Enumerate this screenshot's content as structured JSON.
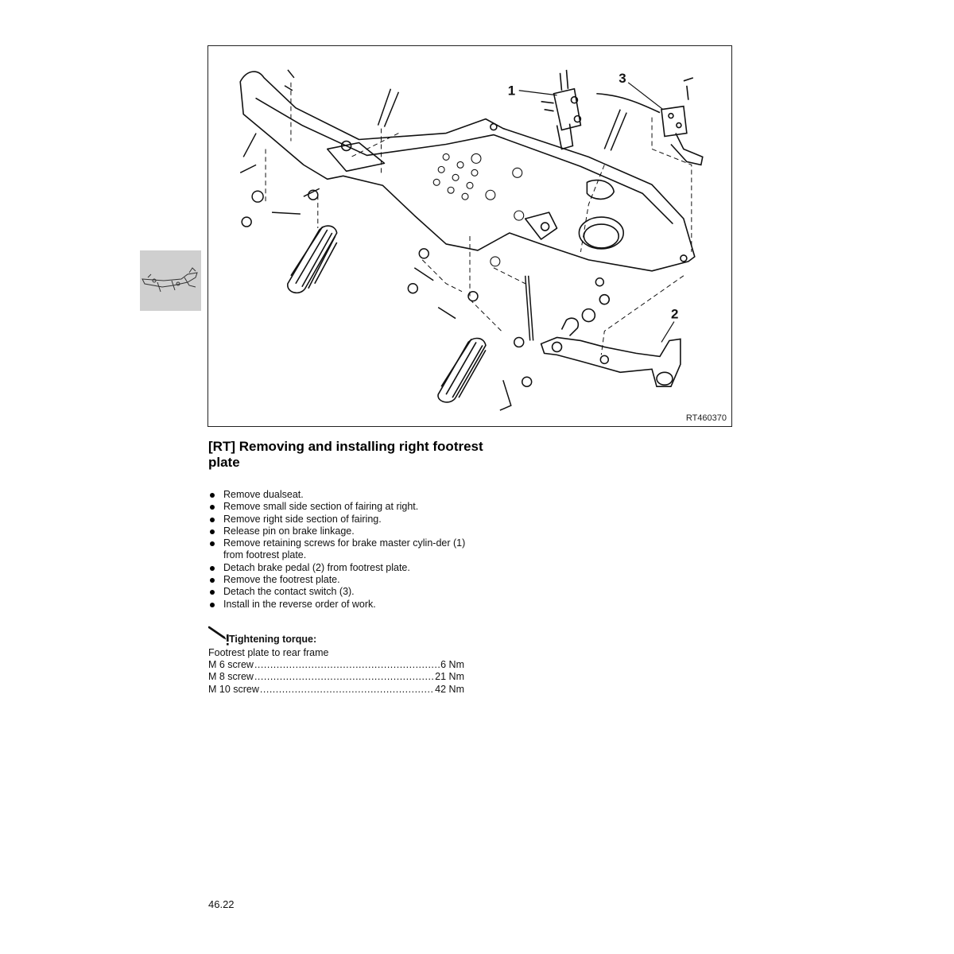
{
  "figure": {
    "code": "RT460370",
    "callouts": [
      "1",
      "2",
      "3"
    ]
  },
  "heading": "[RT] Removing and installing right footrest plate",
  "steps": [
    "Remove dualseat.",
    "Remove small side section of fairing at right.",
    "Remove right side section of fairing.",
    "Release pin on brake linkage.",
    "Remove retaining screws for brake master cylin-der (1) from footrest plate.",
    "Detach brake pedal (2) from footrest plate.",
    "Remove the footrest plate.",
    "Detach the contact switch (3).",
    "Install in the reverse order of work."
  ],
  "torque": {
    "icon": "torque-wrench-icon",
    "title": "Tightening torque:",
    "subtitle": "Footrest plate to rear frame",
    "rows": [
      {
        "item": "M 6 screw",
        "value": "6 Nm"
      },
      {
        "item": "M 8 screw",
        "value": "21 Nm"
      },
      {
        "item": "M 10 screw",
        "value": "42 Nm"
      }
    ]
  },
  "page_number": "46.22"
}
